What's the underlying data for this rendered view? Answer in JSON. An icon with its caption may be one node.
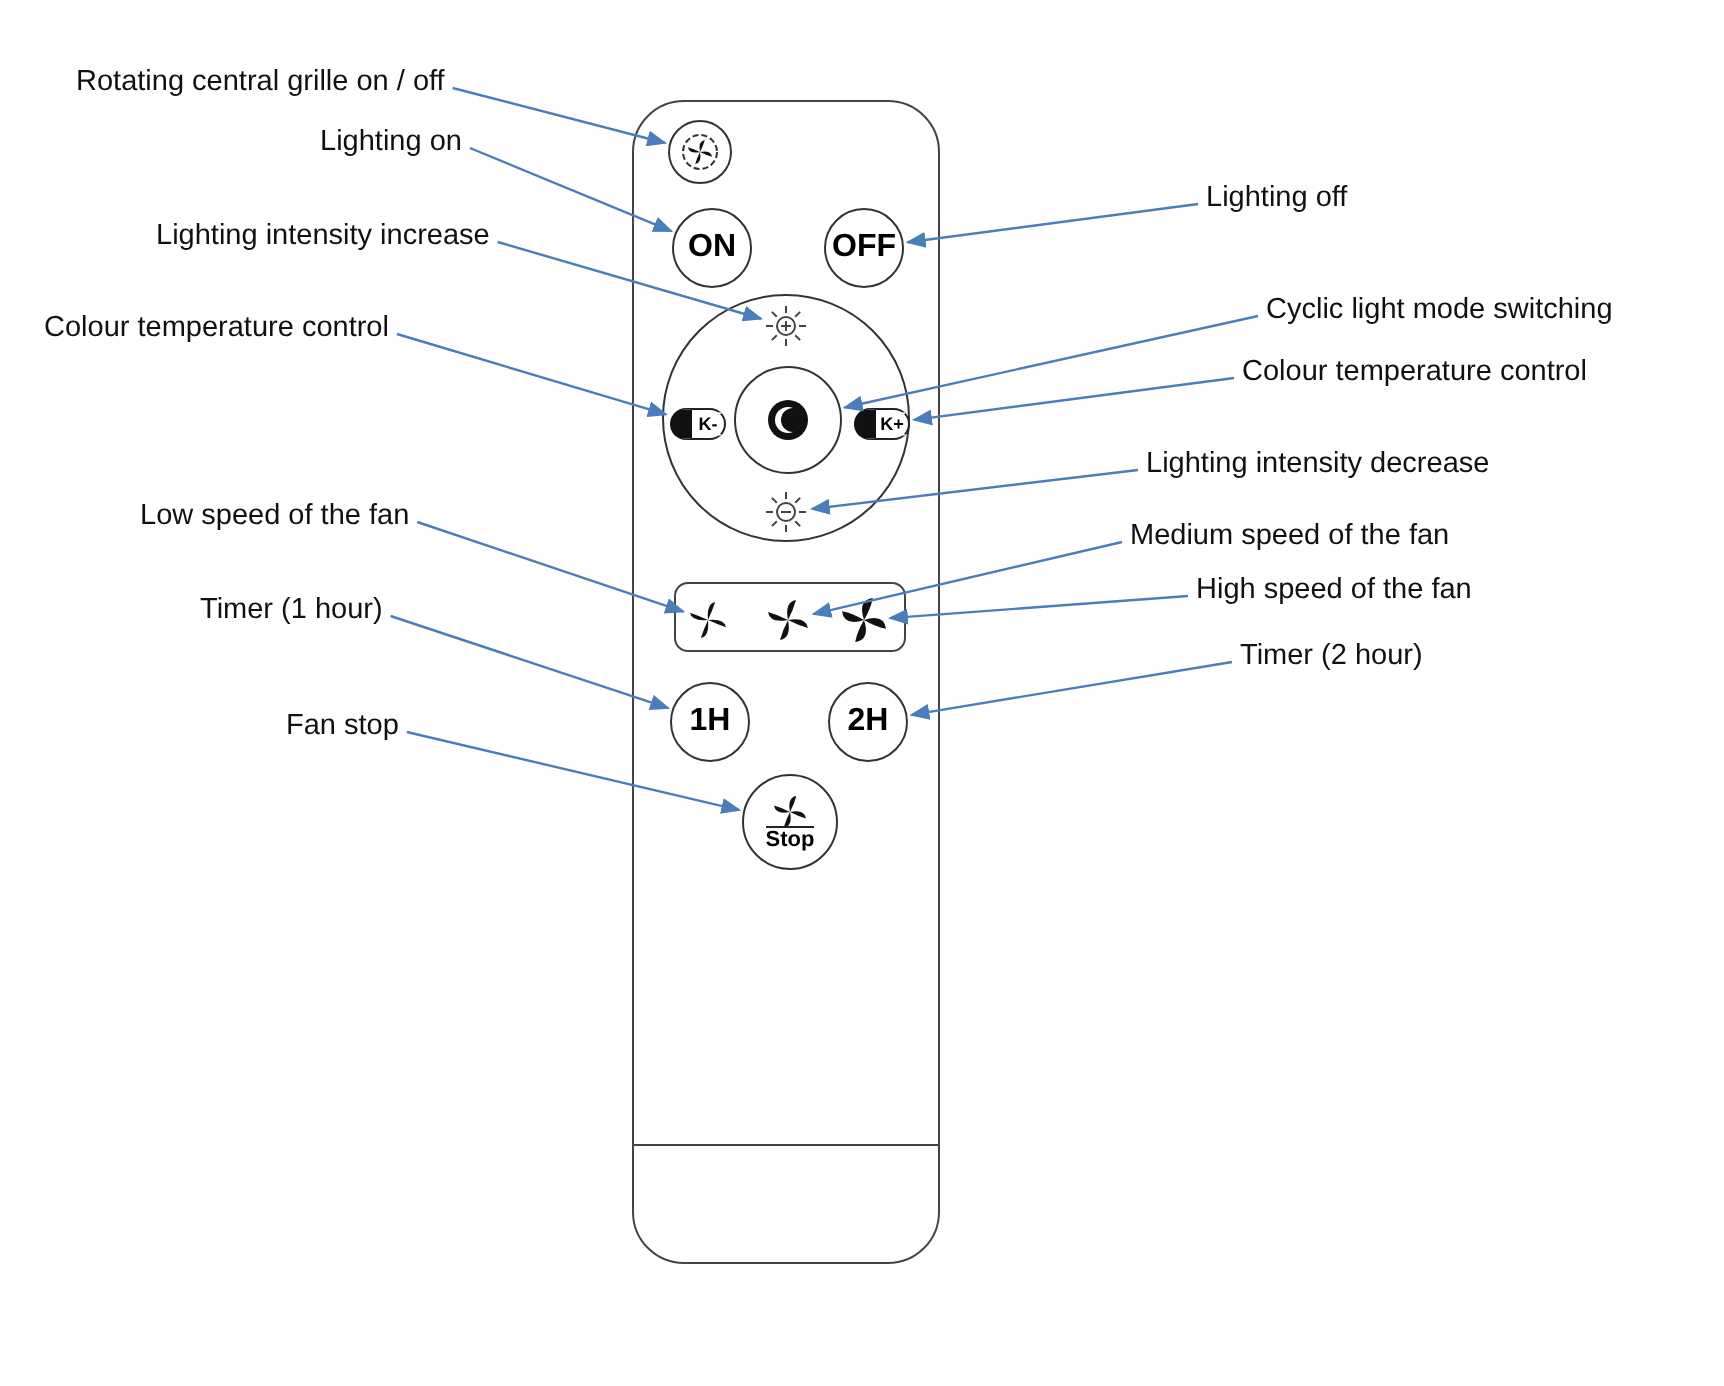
{
  "diagram": {
    "nodes": [
      {
        "text": [],
        "shape": "box"
      },
      {
        "text": [],
        "shape": "circle",
        "in": 0
      },
      {
        "text": [
          "ON"
        ],
        "in": 0
      },
      {
        "text": [
          "OFF"
        ],
        "in": 0
      },
      {
        "text": [],
        "shape": "circle",
        "in": 0
      },
      {
        "text": [],
        "shape": "sun",
        "in": 4
      },
      {
        "text": [
          "K-"
        ],
        "in": 4
      },
      {
        "text": [],
        "shape": "circle",
        "in": 4
      },
      {
        "text": [
          "K+"
        ],
        "in": 4
      },
      {
        "text": [],
        "shape": "sun",
        "in": 4
      },
      {
        "text": [],
        "shape": "box",
        "in": 0
      },
      {
        "text": [],
        "shape": "fan",
        "in": 10
      },
      {
        "text": [],
        "shape": "fan",
        "in": 10
      },
      {
        "text": [],
        "shape": "fan",
        "in": 10
      },
      {
        "text": [
          "1H"
        ],
        "in": 0
      },
      {
        "text": [
          "2H"
        ],
        "in": 0
      },
      {
        "text": [
          "Stop"
        ],
        "in": 0
      },
      {
        "text": [
          "Rotating central grille on / off"
        ]
      },
      {
        "text": [
          "Lighting on"
        ]
      },
      {
        "text": [
          "Lighting off"
        ]
      },
      {
        "text": [
          "Lighting intensity increase"
        ]
      },
      {
        "text": [
          "Cyclic light mode switching"
        ]
      },
      {
        "text": [
          "Colour temperature control"
        ]
      },
      {
        "text": [
          "Colour temperature control"
        ]
      },
      {
        "text": [
          "Lighting intensity decrease"
        ]
      },
      {
        "text": [
          "Low speed of the fan"
        ]
      },
      {
        "text": [
          "Medium speed of the fan"
        ]
      },
      {
        "text": [
          "High speed of the fan"
        ]
      },
      {
        "text": [
          "Timer (1 hour)"
        ]
      },
      {
        "text": [
          "Timer (2 hour)"
        ]
      },
      {
        "text": [
          "Fan stop"
        ]
      }
    ],
    "edges": [
      {
        "from": 17,
        "to": 1,
        "arrow": "to"
      },
      {
        "from": 18,
        "to": 2,
        "arrow": "to"
      },
      {
        "from": 19,
        "to": 3,
        "arrow": "to"
      },
      {
        "from": 20,
        "to": 5,
        "arrow": "to"
      },
      {
        "from": 21,
        "to": 7,
        "arrow": "to"
      },
      {
        "from": 22,
        "to": 6,
        "arrow": "to"
      },
      {
        "from": 23,
        "to": 8,
        "arrow": "to"
      },
      {
        "from": 24,
        "to": 9,
        "arrow": "to"
      },
      {
        "from": 25,
        "to": 11,
        "arrow": "to"
      },
      {
        "from": 26,
        "to": 12,
        "arrow": "to"
      },
      {
        "from": 27,
        "to": 13,
        "arrow": "to"
      },
      {
        "from": 28,
        "to": 14,
        "arrow": "to"
      },
      {
        "from": 29,
        "to": 15,
        "arrow": "to"
      },
      {
        "from": 30,
        "to": 16,
        "arrow": "to"
      }
    ]
  }
}
